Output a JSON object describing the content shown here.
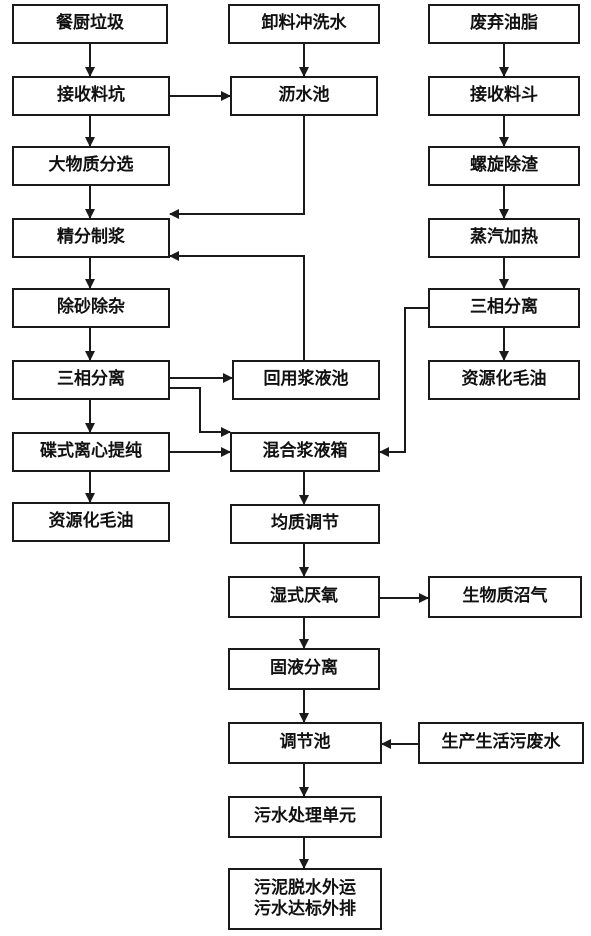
{
  "nodes": {
    "kitchen_waste": "餐厨垃圾",
    "unload_wash_water": "卸料冲洗水",
    "waste_grease": "废弃油脂",
    "receiving_pit": "接收料坑",
    "draining_tank": "沥水池",
    "receiving_hopper": "接收料斗",
    "bulk_sorting": "大物质分选",
    "screw_deslag": "螺旋除渣",
    "fine_pulping": "精分制浆",
    "steam_heating": "蒸汽加热",
    "desand_deimpurity": "除砂除杂",
    "three_phase_right": "三相分离",
    "three_phase_left": "三相分离",
    "recycle_slurry_tank": "回用浆液池",
    "crude_oil_right": "资源化毛油",
    "disc_centrifuge": "碟式离心提纯",
    "mixing_slurry_box": "混合浆液箱",
    "crude_oil_left": "资源化毛油",
    "homogenization": "均质调节",
    "wet_anaerobic": "湿式厌氧",
    "biogas": "生物质沼气",
    "solid_liquid_sep": "固液分离",
    "regulating_tank": "调节池",
    "domestic_wastewater": "生产生活污废水",
    "sewage_treatment": "污水处理单元",
    "final_discharge": "污泥脱水外运\n污水达标外排"
  }
}
